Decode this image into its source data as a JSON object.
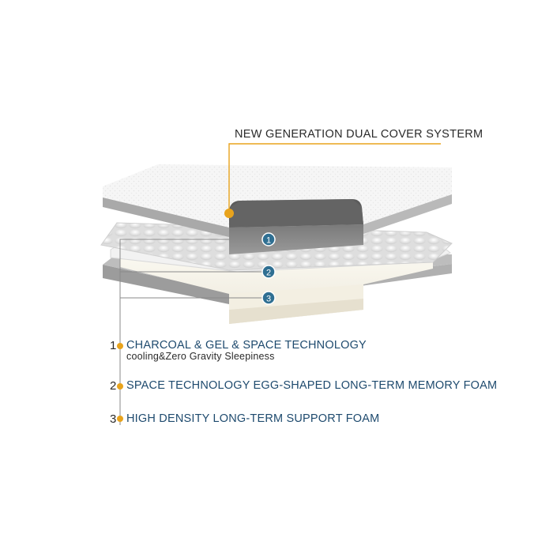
{
  "header": {
    "title": "NEW GENERATION DUAL COVER SYSTERM"
  },
  "markers": [
    "1",
    "2",
    "3"
  ],
  "features": [
    {
      "number": "1",
      "title": "CHARCOAL & GEL & SPACE TECHNOLOGY",
      "subtitle": "cooling&Zero Gravity Sleepiness"
    },
    {
      "number": "2",
      "title": "SPACE TECHNOLOGY EGG-SHAPED LONG-TERM MEMORY FOAM"
    },
    {
      "number": "3",
      "title": "HIGH DENSITY LONG-TERM SUPPORT FOAM"
    }
  ],
  "colors": {
    "accent": "#e8a31c",
    "marker": "#2f6f92",
    "title_text": "#1e4a6e",
    "line": "#8a8a8a"
  }
}
